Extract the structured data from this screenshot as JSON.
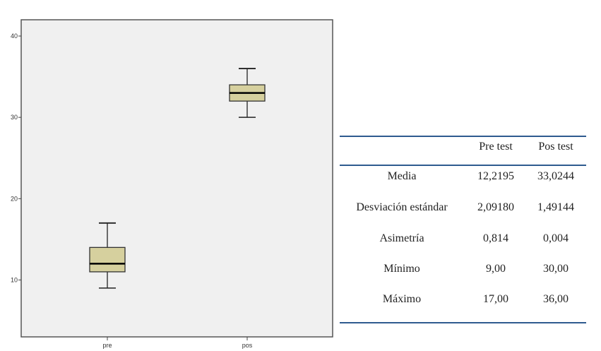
{
  "chart_data": {
    "type": "boxplot",
    "title": "",
    "xlabel": "",
    "ylabel": "",
    "ylim": [
      3,
      42
    ],
    "yticks": [
      10,
      20,
      30,
      40
    ],
    "categories": [
      "pre",
      "pos"
    ],
    "boxes": [
      {
        "name": "pre",
        "whisker_low": 9,
        "q1": 11,
        "median": 12,
        "q3": 14,
        "whisker_high": 17
      },
      {
        "name": "pos",
        "whisker_low": 30,
        "q1": 32,
        "median": 33,
        "q3": 34,
        "whisker_high": 36
      }
    ],
    "colors": {
      "box_fill": "#d6d09e",
      "plot_bg": "#f0f0f0",
      "frame": "#555555"
    }
  },
  "table": {
    "headers": [
      "",
      "Pre test",
      "Pos test"
    ],
    "rows": [
      {
        "label": "Media",
        "pre": "12,2195",
        "pos": "33,0244"
      },
      {
        "label": "Desviación estándar",
        "pre": "2,09180",
        "pos": "1,49144"
      },
      {
        "label": "Asimetría",
        "pre": "0,814",
        "pos": "0,004"
      },
      {
        "label": "Mínimo",
        "pre": "9,00",
        "pos": "30,00"
      },
      {
        "label": "Máximo",
        "pre": "17,00",
        "pos": "36,00"
      }
    ],
    "rule_color": "#2e5b8f"
  }
}
